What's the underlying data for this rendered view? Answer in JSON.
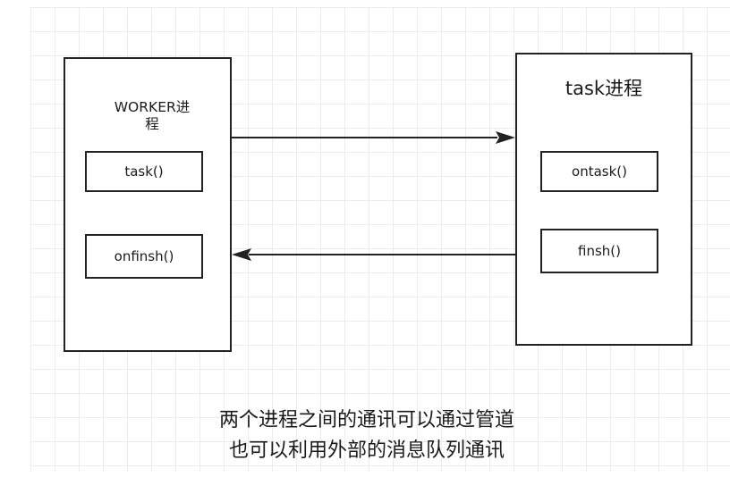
{
  "diagram": {
    "worker_process": {
      "title": "WORKER进程",
      "functions": [
        "task()",
        "onfinsh()"
      ]
    },
    "task_process": {
      "title": "task进程",
      "functions": [
        "ontask()",
        "finsh()"
      ]
    },
    "caption": {
      "line1": "两个进程之间的通讯可以通过管道",
      "line2": "也可以利用外部的消息队列通讯"
    },
    "colors": {
      "stroke": "#222222",
      "grid": "#ececec",
      "background": "#ffffff"
    }
  }
}
